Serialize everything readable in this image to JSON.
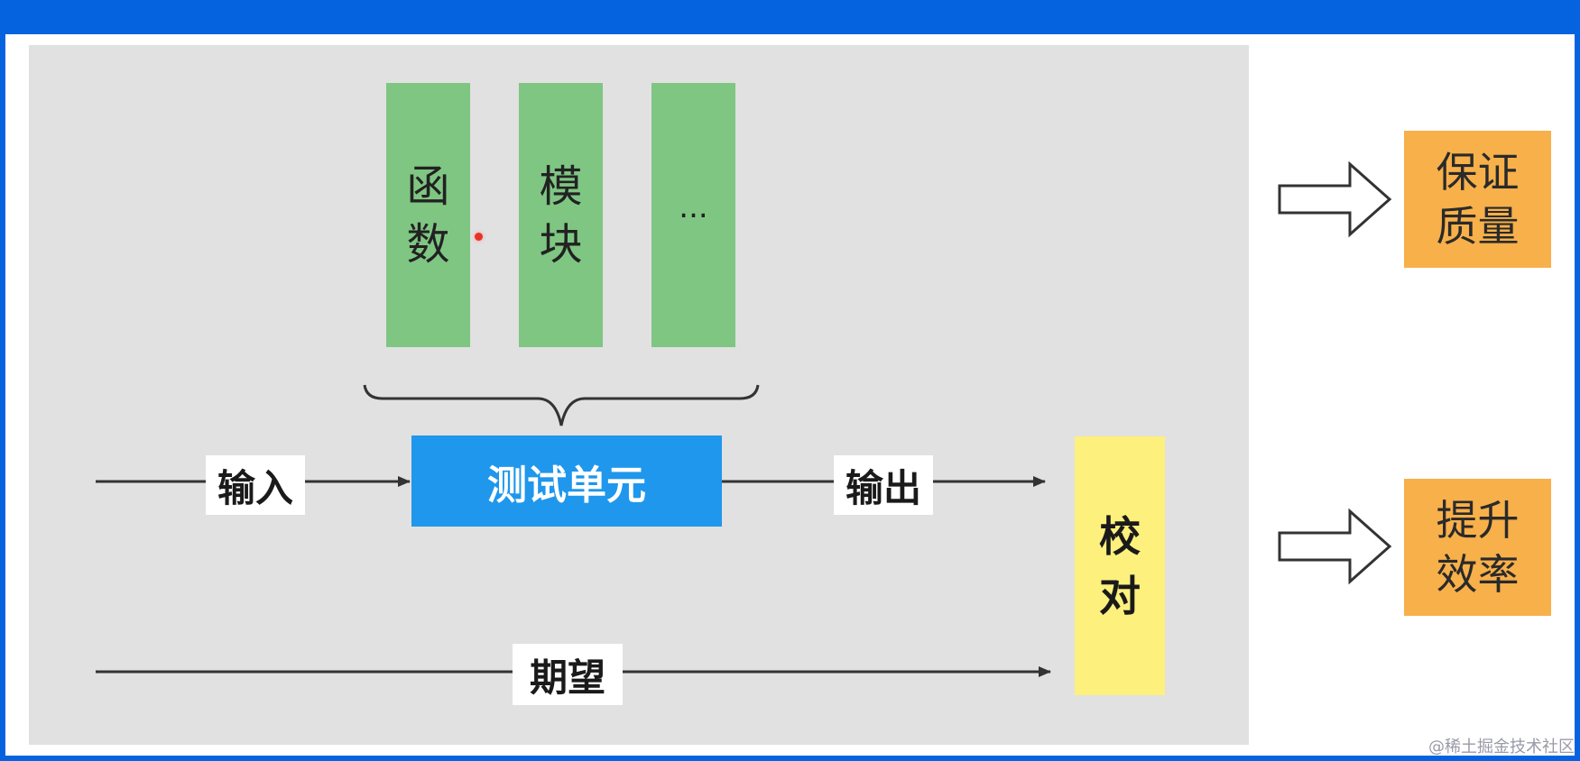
{
  "components": [
    {
      "id": "function",
      "text": "函数"
    },
    {
      "id": "module",
      "text": "模块"
    },
    {
      "id": "more",
      "text": "..."
    }
  ],
  "unit_under_test": "测试单元",
  "input_label": "输入",
  "output_label": "输出",
  "expected_label": "期望",
  "check_label": "校对",
  "benefits": [
    {
      "id": "quality",
      "text": "保证质量"
    },
    {
      "id": "efficiency",
      "text": "提升效率"
    }
  ],
  "watermark": "@稀土掘金技术社区",
  "colors": {
    "header": "#0563e0",
    "panel": "#e1e1e1",
    "component": "#7fc683",
    "unit": "#1f97ec",
    "check": "#fdf07d",
    "benefit": "#f7b04a"
  }
}
